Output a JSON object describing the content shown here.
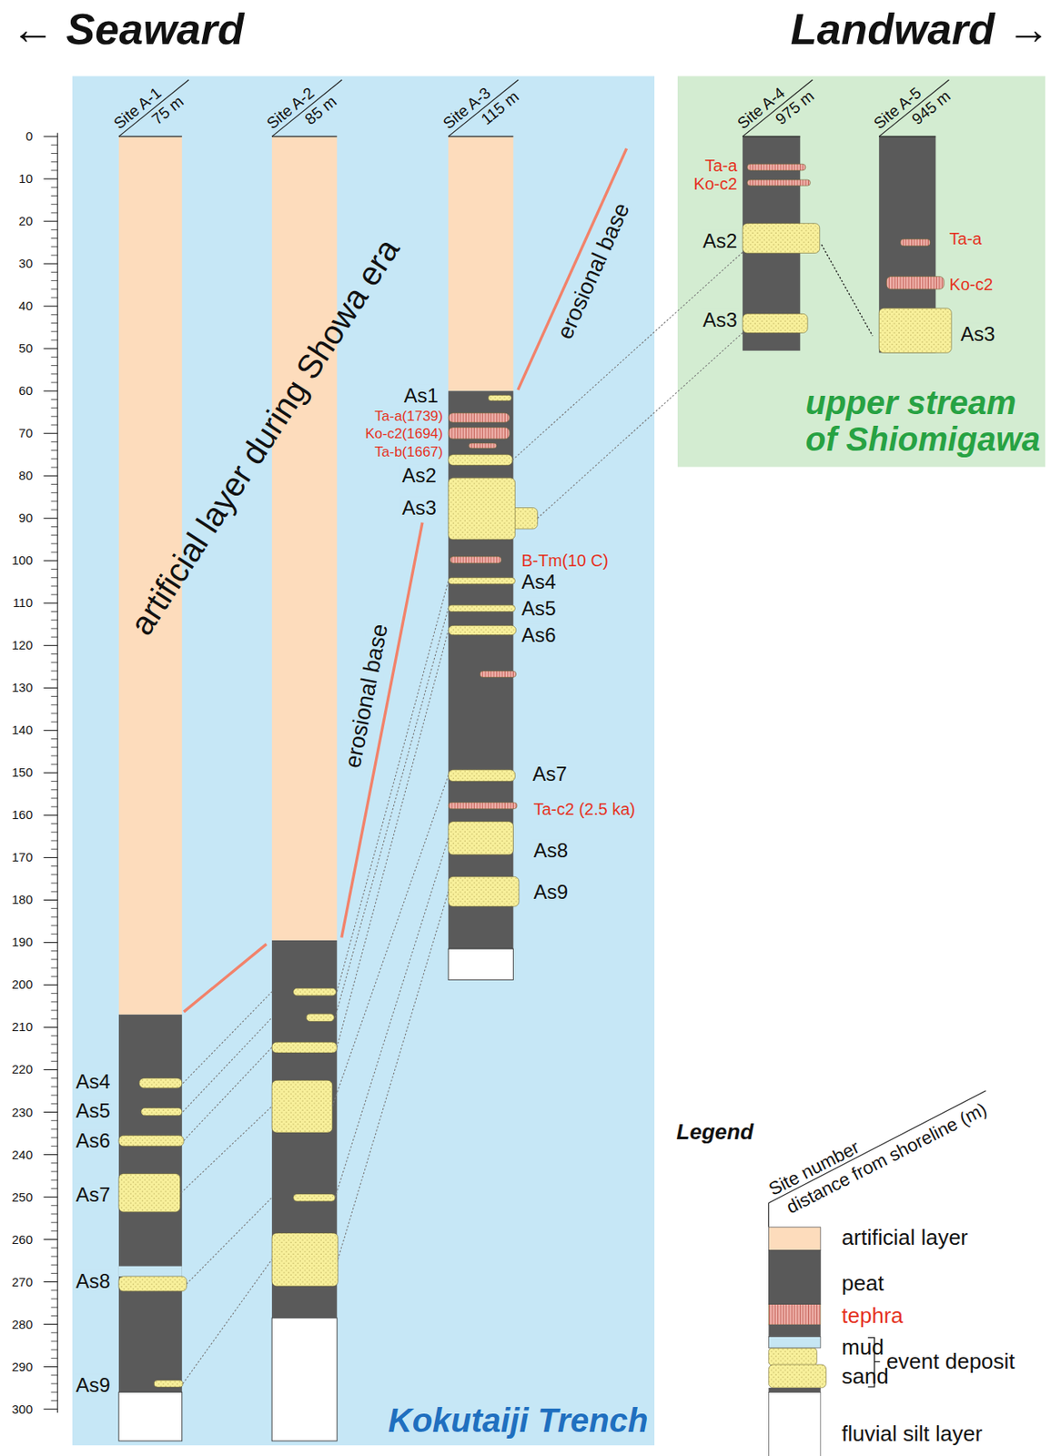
{
  "diagram": {
    "nodes": [
      {
        "text": [
          "Kokutaiji Trench"
        ]
      },
      {
        "text": [
          "Site A-1",
          "75 m"
        ],
        "in": 0
      },
      {
        "text": [
          "Site A-2",
          "85 m"
        ],
        "in": 0
      },
      {
        "text": [
          "Site A-3",
          "115 m"
        ],
        "in": 0
      },
      {
        "text": [
          "upper stream of Shiomigawa"
        ]
      },
      {
        "text": [
          "Site A-4",
          "975 m"
        ],
        "in": 4
      },
      {
        "text": [
          "Site A-5",
          "945 m"
        ],
        "in": 4
      }
    ],
    "labels": [
      "← Seaward",
      "Landward →",
      "0",
      "10",
      "20",
      "30",
      "40",
      "50",
      "60",
      "70",
      "80",
      "90",
      "100",
      "110",
      "120",
      "130",
      "140",
      "150",
      "160",
      "170",
      "180",
      "190",
      "200",
      "210",
      "220",
      "230",
      "240",
      "250",
      "260",
      "270",
      "280",
      "290",
      "300",
      "artificial layer during Showa era",
      "erosional base",
      "erosional base",
      "As1",
      "Ta-a(1739)",
      "Ko-c2(1694)",
      "Ta-b(1667)",
      "As2",
      "As3",
      "B-Tm(10 C)",
      "As4",
      "As5",
      "As6",
      "As7",
      "Ta-c2 (2.5 ka)",
      "As8",
      "As9",
      "As4",
      "As5",
      "As6",
      "As7",
      "As8",
      "As9",
      "Ta-a",
      "Ko-c2",
      "As2",
      "As3",
      "Ta-a",
      "Ko-c2",
      "As3",
      "Legend",
      "Site number",
      "distance from shoreline (m)",
      "event deposit"
    ],
    "legend": [
      {
        "text": "artificial layer",
        "color": "#fddcbc"
      },
      {
        "text": "peat",
        "color": "#595959"
      },
      {
        "text": "tephra"
      },
      {
        "text": "mud",
        "color": "#c6e6f3"
      },
      {
        "text": "sand"
      },
      {
        "text": "fluvial silt layer",
        "color": "#ffffff"
      }
    ]
  }
}
